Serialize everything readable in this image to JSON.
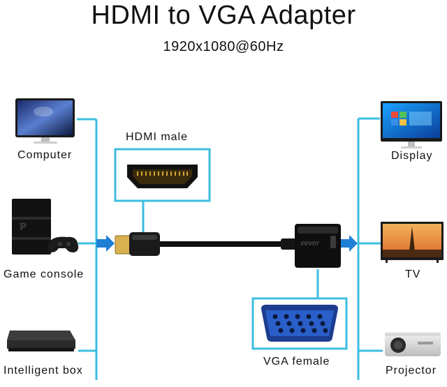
{
  "header": {
    "title": "HDMI to VGA Adapter",
    "subtitle": "1920x1080@60Hz"
  },
  "sources": [
    {
      "label": "Computer",
      "icon": "computer-icon"
    },
    {
      "label": "Game console",
      "icon": "game-console-icon"
    },
    {
      "label": "Intelligent box",
      "icon": "intelligent-box-icon"
    }
  ],
  "connectors": {
    "hdmi_label": "HDMI male",
    "vga_label": "VGA female"
  },
  "outputs": [
    {
      "label": "Display",
      "icon": "display-icon"
    },
    {
      "label": "TV",
      "icon": "tv-icon"
    },
    {
      "label": "Projector",
      "icon": "projector-icon"
    }
  ],
  "colors": {
    "line": "#3dbde0",
    "arrow": "#1e7fd6",
    "cable": "#111111",
    "vga_blue": "#2a5fc9"
  }
}
